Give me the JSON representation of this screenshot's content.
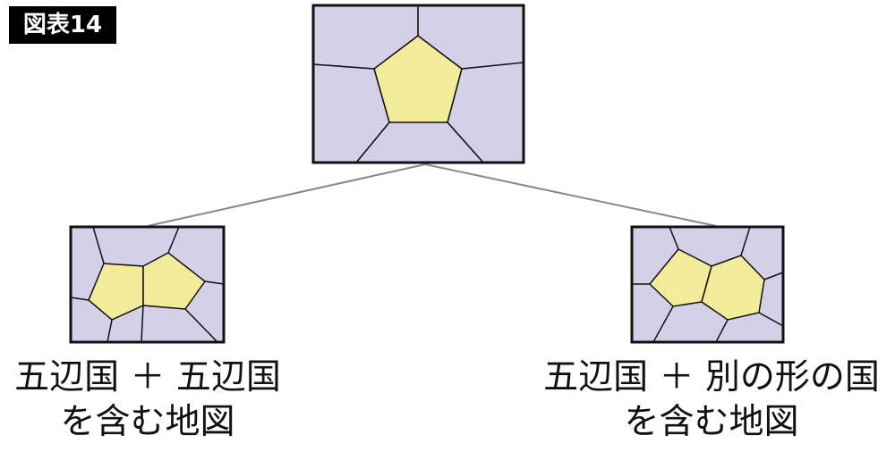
{
  "figure_label": "図表14",
  "colors": {
    "background": "#ffffff",
    "region_fill": "#d4d0e8",
    "pentagon_fill": "#f2ec9a",
    "border": "#111111",
    "connector": "#888888"
  },
  "left_caption": {
    "line1": "五辺国 ＋ 五辺国",
    "line2": "を含む地図"
  },
  "right_caption": {
    "line1": "五辺国 ＋ 別の形の国",
    "line2": "を含む地図"
  }
}
